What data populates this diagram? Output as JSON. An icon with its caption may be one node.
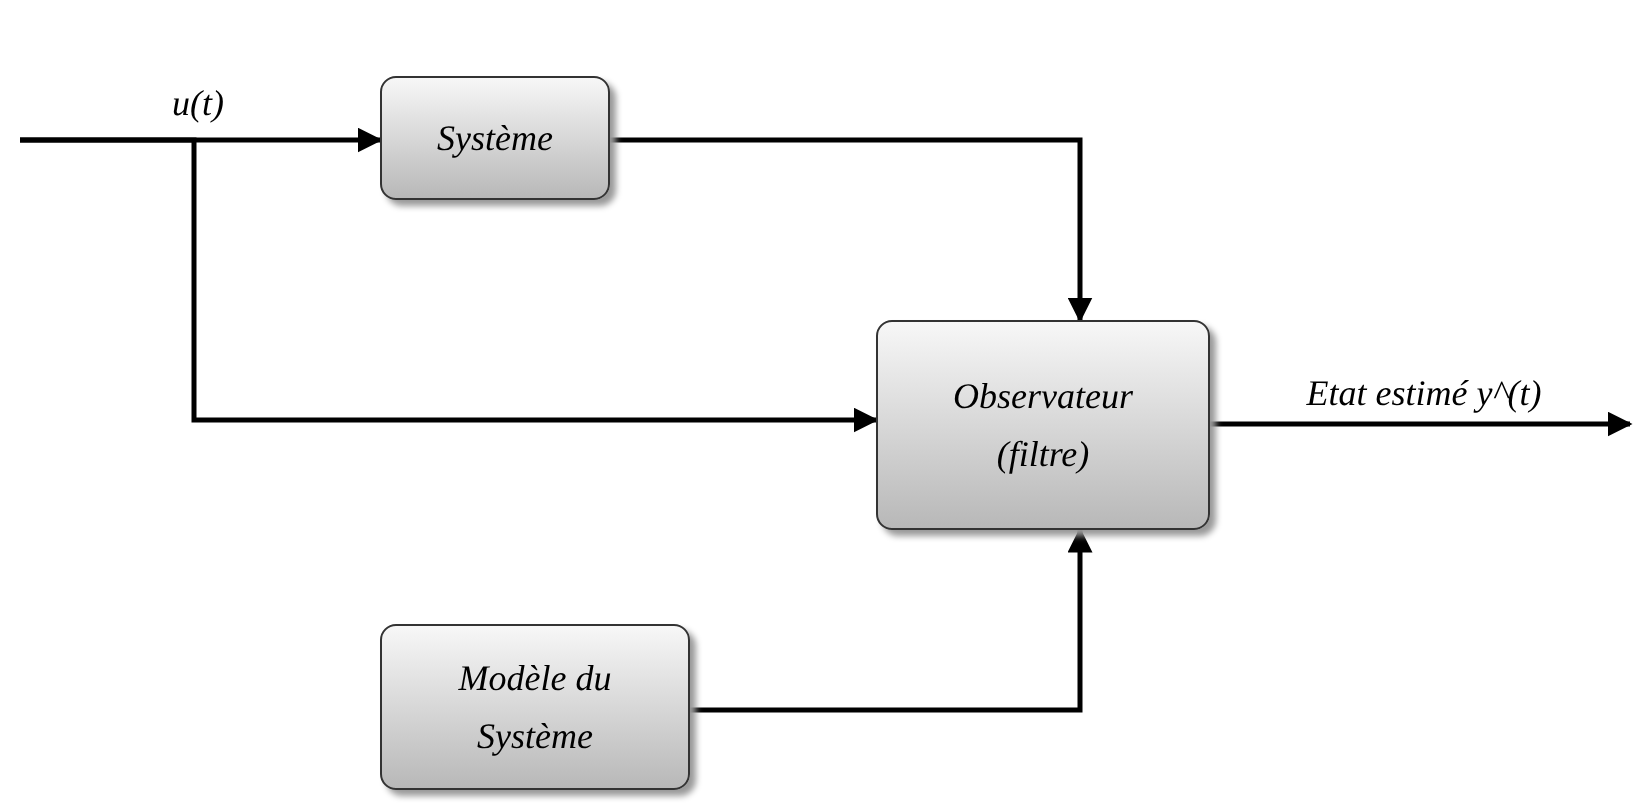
{
  "diagram": {
    "nodes": [
      {
        "text": [
          "Système"
        ]
      },
      {
        "text": [
          "Observateur (filtre)"
        ]
      },
      {
        "text": [
          "Modèle du Système"
        ]
      }
    ],
    "edges": [
      {
        "from": null,
        "to": 0,
        "arrow": "to",
        "label": "u(t)"
      },
      {
        "from": null,
        "to": 1,
        "arrow": "to"
      },
      {
        "from": 0,
        "to": 1,
        "arrow": "to"
      },
      {
        "from": 2,
        "to": 1,
        "arrow": "to"
      },
      {
        "from": 1,
        "to": null,
        "arrow": "to",
        "label": "Etat estimé y^(t)"
      }
    ]
  }
}
